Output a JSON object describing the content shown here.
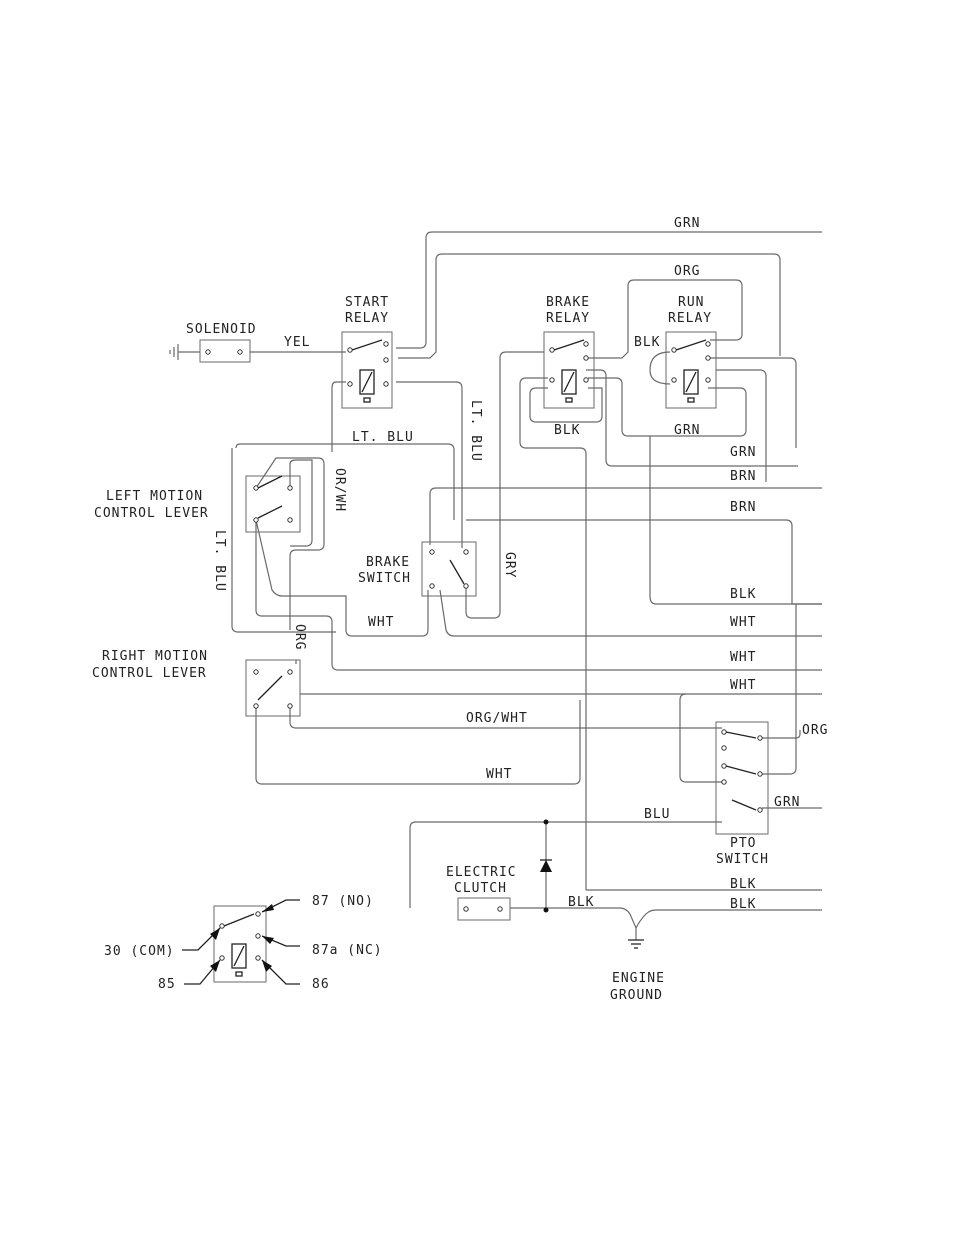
{
  "components": {
    "solenoid": "SOLENOID",
    "start_relay": [
      "START",
      "RELAY"
    ],
    "brake_relay": [
      "BRAKE",
      "RELAY"
    ],
    "run_relay": [
      "RUN",
      "RELAY"
    ],
    "left_lever": [
      "LEFT MOTION",
      "CONTROL LEVER"
    ],
    "right_lever": [
      "RIGHT MOTION",
      "CONTROL LEVER"
    ],
    "brake_switch": [
      "BRAKE",
      "SWITCH"
    ],
    "pto_switch": [
      "PTO",
      "SWITCH"
    ],
    "electric_clutch": [
      "ELECTRIC",
      "CLUTCH"
    ],
    "engine_ground": [
      "ENGINE",
      "GROUND"
    ]
  },
  "wires": {
    "grn_top": "GRN",
    "org_top": "ORG",
    "yel": "YEL",
    "blk_brake": "BLK",
    "lt_blu_v": "LT. BLU",
    "lt_blu_h": "LT. BLU",
    "blk_under": "BLK",
    "grn_under": "GRN",
    "grn_1": "GRN",
    "brn_1": "BRN",
    "brn_2": "BRN",
    "or_wh": "OR/WH",
    "lt_blu_left": "LT. BLU",
    "gry": "GRY",
    "blk_3": "BLK",
    "wht_sw": "WHT",
    "wht_1": "WHT",
    "org_v": "ORG",
    "wht_2": "WHT",
    "wht_3": "WHT",
    "org_wht": "ORG/WHT",
    "org_pto": "ORG",
    "wht_4": "WHT",
    "grn_pto": "GRN",
    "blu": "BLU",
    "blk_4": "BLK",
    "blk_5": "BLK",
    "blk_clutch": "BLK"
  },
  "legend": {
    "p87": "87 (NO)",
    "p87a": "87a (NC)",
    "p30": "30 (COM)",
    "p85": "85",
    "p86": "86"
  }
}
